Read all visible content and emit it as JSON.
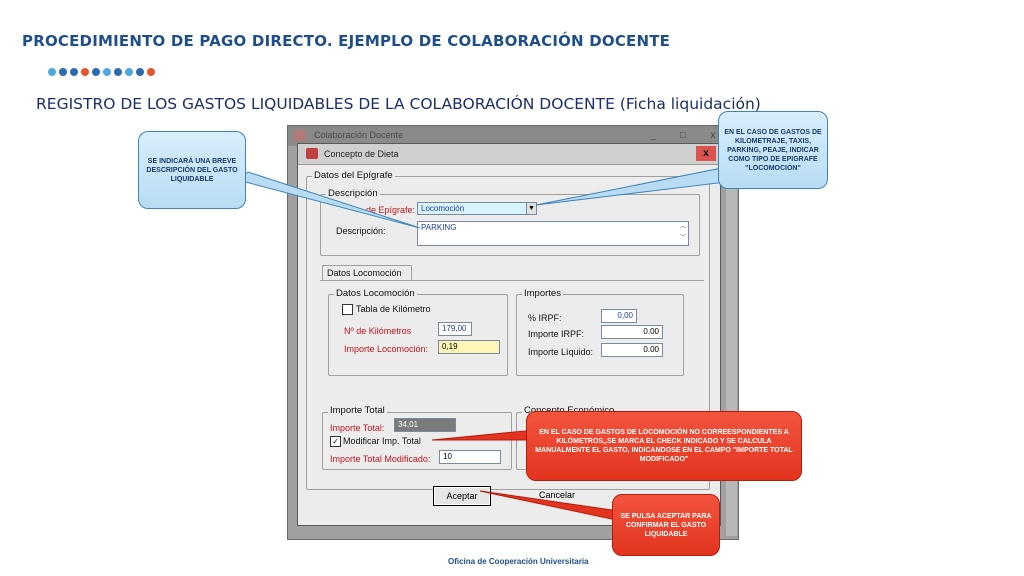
{
  "slide": {
    "title": "PROCEDIMIENTO DE PAGO DIRECTO. EJEMPLO DE COLABORACIÓN DOCENTE",
    "subtitle": "REGISTRO DE LOS GASTOS LIQUIDABLES DE LA COLABORACIÓN DOCENTE (Ficha liquidación)",
    "footer": "Oficina de Cooperación Universitaria",
    "dot_colors": [
      "#4fa8dc",
      "#2b6cb0",
      "#2b6cb0",
      "#e8552a",
      "#2b6cb0",
      "#4fa8dc",
      "#2b6cb0",
      "#4fa8dc",
      "#2b6cb0",
      "#e8552a"
    ]
  },
  "outer_window": {
    "title": "Colaboración Docente",
    "minimize": "_",
    "maximize": "□",
    "close": "x"
  },
  "dialog": {
    "title": "Concepto de Dieta",
    "close": "x",
    "datos_epigrafe_label": "Datos del Epígrafe",
    "descripcion_group": "Descripción",
    "tipo_epigrafe_label": "de Epígrafe:",
    "tipo_epigrafe_value": "Locomoción",
    "descripcion_label": "Descripción:",
    "descripcion_value": "PARKING",
    "tab_label": "Datos Locomoción",
    "loc_group": "Datos Locomoción",
    "tabla_km_label": "Tabla de Kilómetro",
    "num_km_label": "Nº de Kilómetros",
    "num_km_value": "179,00",
    "importe_loc_label": "Importe Locomoción:",
    "importe_loc_value": "0,19",
    "importes_group": "Importes",
    "irpf_label": "% IRPF:",
    "irpf_value": "0,00",
    "importe_irpf_label": "Importe IRPF:",
    "importe_irpf_value": "0.00",
    "importe_liquido_label": "Importe Líquido:",
    "importe_liquido_value": "0.00",
    "total_group": "Importe Total",
    "importe_total_label": "Importe Total:",
    "importe_total_value": "34,01",
    "modificar_label": "Modificar Imp. Total",
    "importe_modificado_label": "Importe Total Modificado:",
    "importe_modificado_value": "10",
    "concepto_group": "Concepto Económico",
    "aceptar": "Aceptar",
    "cancelar": "Cancelar"
  },
  "callouts": {
    "descripcion": "SE INDICARÁ UNA BREVE DESCRIPCIÓN DEL GASTO LIQUIDABLE",
    "tipo": "EN EL CASO DE GASTOS DE KILOMETRAJE, TAXIS, PARKING, PEAJE, INDICAR COMO TIPO DE EPIGRAFE \"LOCOMOCIÓN\"",
    "modificar": "EN EL CASO DE GASTOS DE LOCOMOCIÓN NO CORREESPONDIENTES A KILÓMETROS,,SE MARCA EL CHECK INDICADO Y SE CALCULA MANUALMENTE EL GASTO, INDICANDOSE EN EL CAMPO \"IMPORTE TOTAL MODIFICADO\"",
    "aceptar": "SE PULSA ACEPTAR PARA CONFIRMAR EL GASTO LIQUIDABLE"
  },
  "colors": {
    "title_blue": "#1e4f8a",
    "callout_blue_border": "#3e84b8",
    "callout_red": "#e3341f",
    "label_red": "#c0141a"
  }
}
